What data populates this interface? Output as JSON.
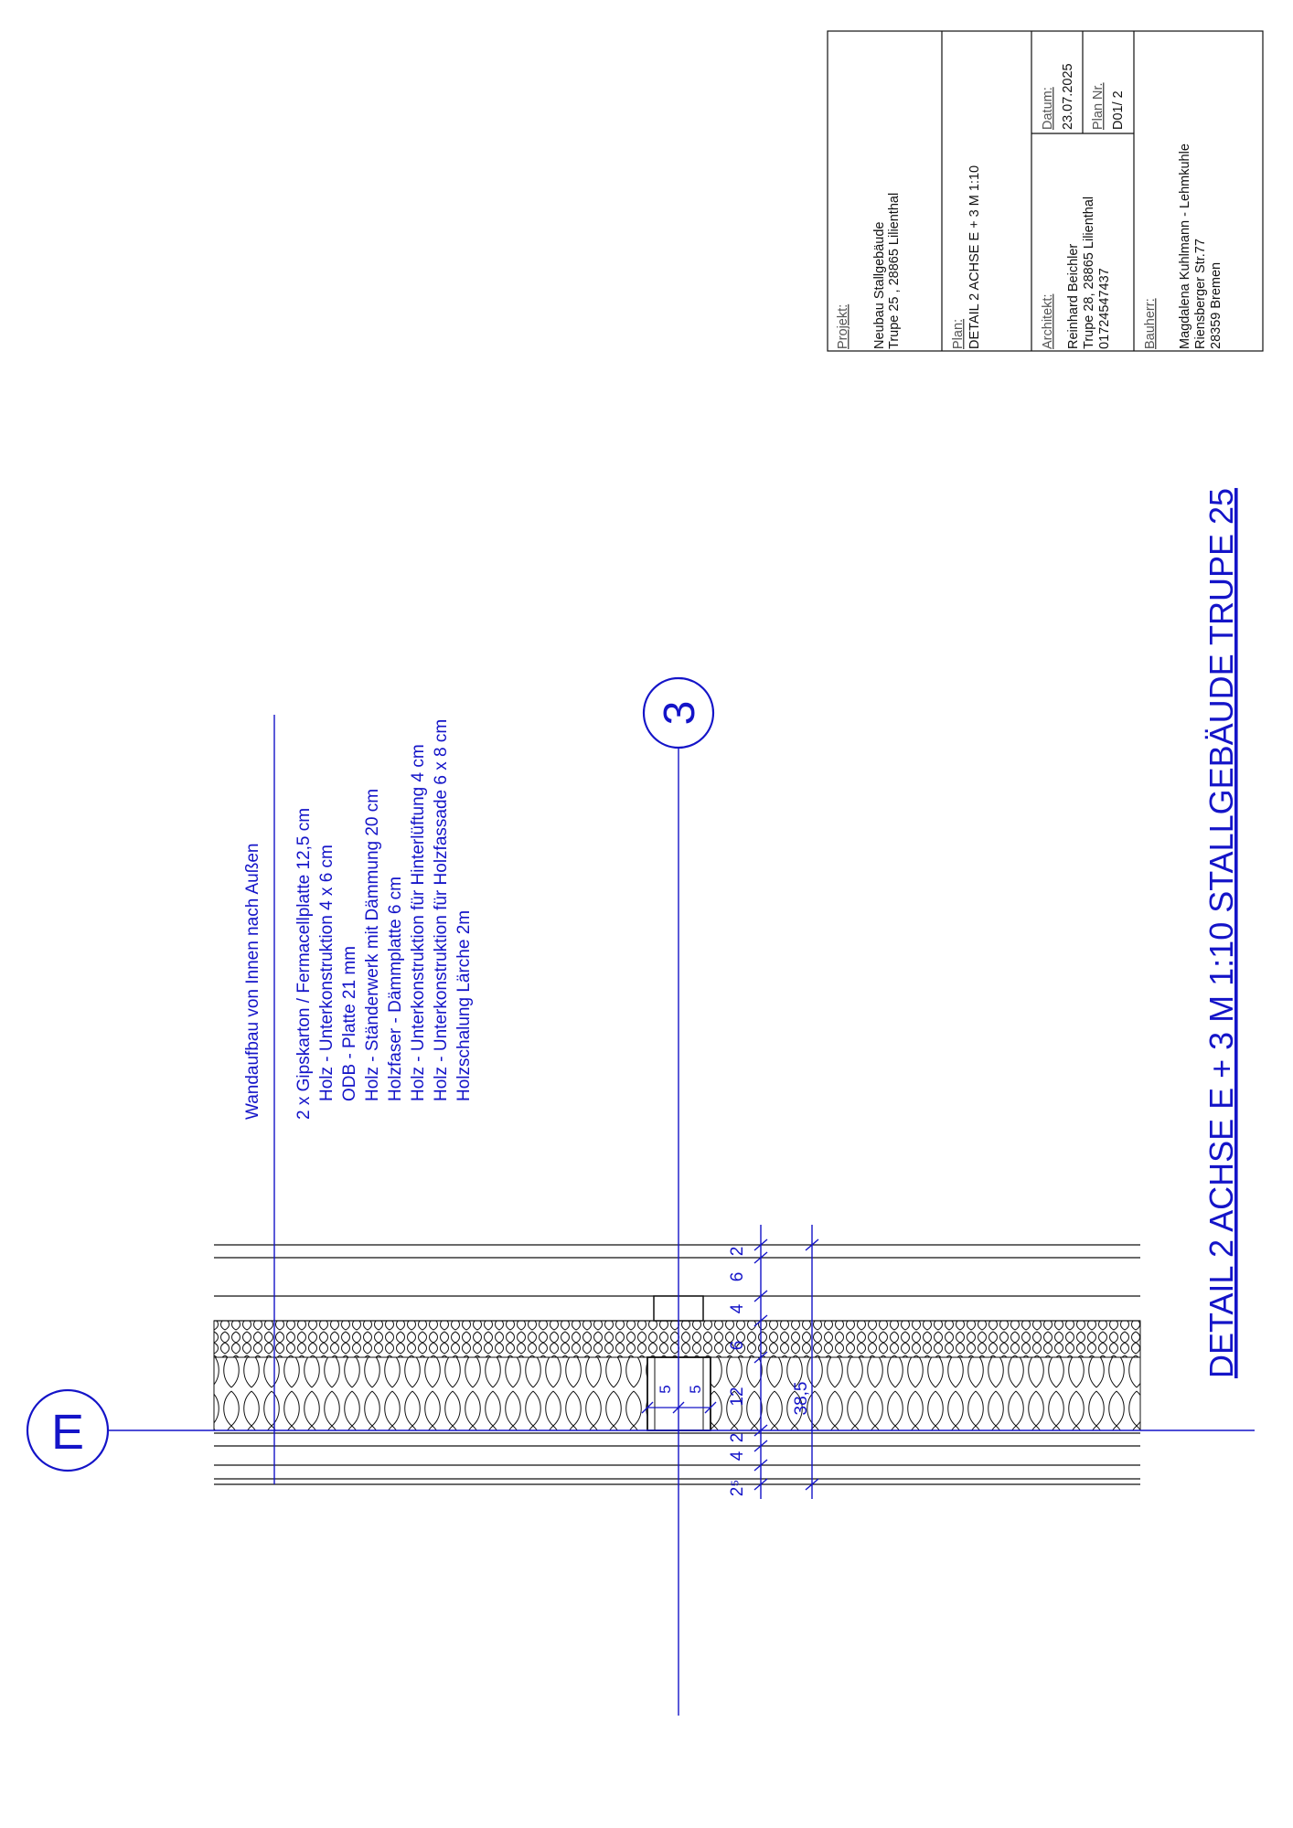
{
  "title": "DETAIL 2 ACHSE E + 3   M 1:10  STALLGEBÄUDE TRUPE 25",
  "axes": {
    "e_label": "E",
    "three_label": "3"
  },
  "wall_build": {
    "heading": "Wandaufbau von Innen nach Außen",
    "layers": [
      "2 x Gipskarton / Fermacellplatte 12,5 cm",
      "Holz - Unterkonstruktion 4 x 6 cm",
      "ODB - Platte 21 mm",
      "Holz - Ständerwerk mit Dämmung 20 cm",
      "Holzfaser - Dämmplatte 6 cm",
      "Holz - Unterkonstruktion für Hinterlüftung 4 cm",
      "Holz - Unterkonstruktion für Holzfassade 6 x 8 cm",
      "Holzschalung Lärche 2m"
    ]
  },
  "dimensions": {
    "segments": [
      "2",
      "6",
      "4",
      "6",
      "12",
      "2",
      "4",
      "2⁵"
    ],
    "total": "38,5",
    "post_left": "5",
    "post_right": "5"
  },
  "title_block": {
    "projekt_label": "Projekt:",
    "projekt_line1": "Neubau Stallgebäude",
    "projekt_line2": "Trupe 25 , 28865 Lilienthal",
    "plan_label": "Plan:",
    "plan_value": "DETAIL 2 ACHSE E + 3    M 1:10",
    "architekt_label": "Architekt:",
    "architekt_line1": "Reinhard Beichler",
    "architekt_line2": "Trupe 28, 28865 Lilienthal",
    "architekt_line3": "01724547437",
    "datum_label": "Datum:",
    "datum_value": "23.07.2025",
    "plan_nr_label": "Plan Nr.",
    "plan_nr_value": "D01/ 2",
    "bauherr_label": "Bauherr:",
    "bauherr_line1": "Magdalena Kuhlmann - Lehmkuhle",
    "bauherr_line2": "Riensberger Str.77",
    "bauherr_line3": "28359 Bremen"
  },
  "colors": {
    "drawing_blue": "#1414c8",
    "line_dark": "#111111"
  }
}
